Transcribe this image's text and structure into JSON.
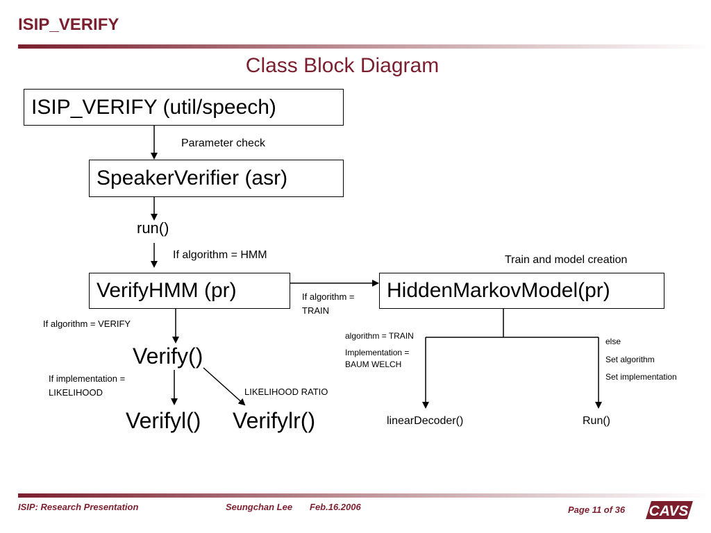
{
  "slide": {
    "title": "ISIP_VERIFY",
    "subtitle": "Class Block Diagram"
  },
  "boxes": {
    "isip_verify": "ISIP_VERIFY (util/speech)",
    "speaker_verifier": "SpeakerVerifier (asr)",
    "verify_hmm": "VerifyHMM (pr)",
    "hidden_markov_model": "HiddenMarkovModel(pr)"
  },
  "labels": {
    "parameter_check": "Parameter check",
    "run": "run()",
    "if_algorithm_hmm": "If algorithm = HMM",
    "train_model_creation": "Train and model creation",
    "if_algorithm_train": "If algorithm = TRAIN",
    "if_algorithm_verify": "If algorithm = VERIFY",
    "verify": "Verify()",
    "if_implementation_likelihood": "If implementation = LIKELIHOOD",
    "likelihood_ratio": "LIKELIHOOD RATIO",
    "verify_l": "Verifyl()",
    "verify_lr": "Verifylr()",
    "algorithm_train": "algorithm = TRAIN",
    "implementation_baum_welch": "Implementation = BAUM WELCH",
    "else": "else",
    "set_algorithm": "Set algorithm",
    "set_implementation": "Set implementation",
    "linear_decoder": "linearDecoder()",
    "run_method": "Run()"
  },
  "footer": {
    "left": "ISIP: Research Presentation",
    "author": "Seungchan Lee",
    "date": "Feb.16.2006",
    "page": "Page 11 of 36",
    "logo_text": "CAVS"
  },
  "colors": {
    "accent": "#7b1f2e"
  }
}
